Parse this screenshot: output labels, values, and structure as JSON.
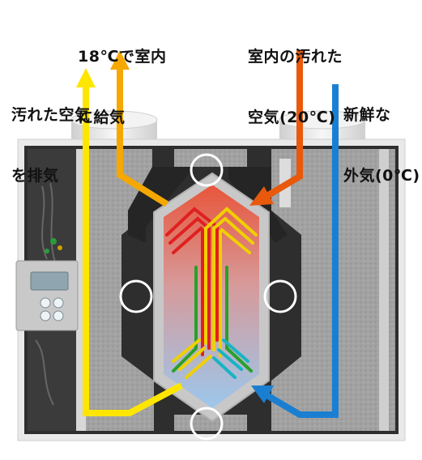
{
  "labels": {
    "exhaust": {
      "line1": "汚れた空気",
      "line2": "を排気"
    },
    "supply": {
      "line1": "18℃で室内",
      "line2": "に給気"
    },
    "return": {
      "line1": "室内の汚れた",
      "line2": "空気(20℃)"
    },
    "fresh": {
      "line1": "新鮮な",
      "line2": "外気(0℃)"
    }
  },
  "colors": {
    "exhaust_arrow": "#ffe600",
    "supply_arrow": "#f5a800",
    "return_arrow": "#e8590c",
    "fresh_arrow": "#1b7fd1",
    "housing": "#ececec",
    "insulation": "#9c9c9c",
    "core_top": "#e8553a",
    "core_bottom": "#9cc7ec"
  },
  "icons": [
    "circle-marker",
    "control-panel"
  ]
}
